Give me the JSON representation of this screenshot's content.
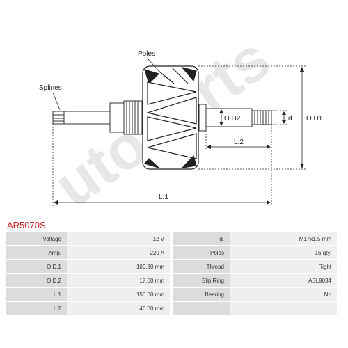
{
  "drawing": {
    "labels": {
      "poles": "Poles",
      "splines": "Splines",
      "od2": "O.D2",
      "d": "d.",
      "od1": "O.D1",
      "l2": "L.2",
      "l1": "L.1"
    },
    "watermark": "utoparts"
  },
  "part_code": "AR5070S",
  "specs": [
    {
      "k1": "Voltage",
      "v1": "12 V",
      "k2": "d.",
      "v2": "M17x1.5 mm"
    },
    {
      "k1": "Amp.",
      "v1": "220 A",
      "k2": "Poles",
      "v2": "16 qty."
    },
    {
      "k1": "O.D.1",
      "v1": "109.30 mm",
      "k2": "Thread",
      "v2": "Right"
    },
    {
      "k1": "O.D.2",
      "v1": "17.00 mm",
      "k2": "Slip Ring",
      "v2": "ASL9034"
    },
    {
      "k1": "L.1",
      "v1": "150.00 mm",
      "k2": "Bearing",
      "v2": "No"
    },
    {
      "k1": "L.2",
      "v1": "46.00 mm",
      "k2": "",
      "v2": ""
    }
  ],
  "colors": {
    "code": "#c1272d",
    "key_bg": "#dcdcdc",
    "val_bg": "#efefef"
  }
}
